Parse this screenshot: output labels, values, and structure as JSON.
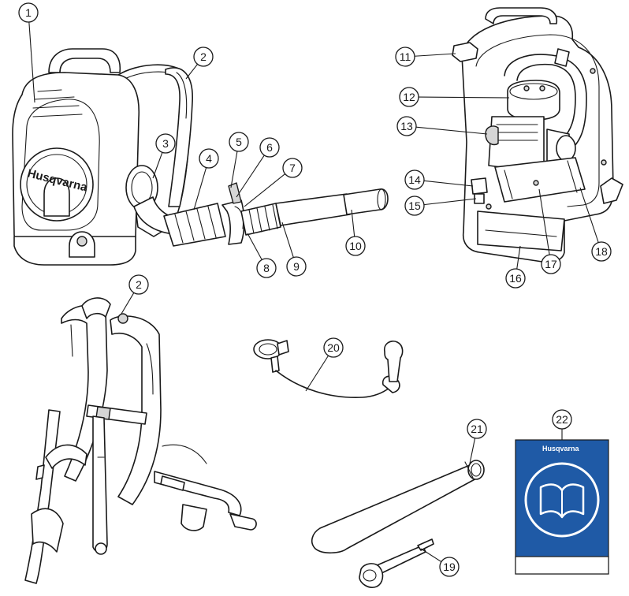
{
  "callouts": [
    {
      "id": "1",
      "label": "1"
    },
    {
      "id": "2",
      "label": "2"
    },
    {
      "id": "3",
      "label": "3"
    },
    {
      "id": "4",
      "label": "4"
    },
    {
      "id": "5",
      "label": "5"
    },
    {
      "id": "6",
      "label": "6"
    },
    {
      "id": "7",
      "label": "7"
    },
    {
      "id": "8",
      "label": "8"
    },
    {
      "id": "9",
      "label": "9"
    },
    {
      "id": "10",
      "label": "10"
    },
    {
      "id": "11",
      "label": "11"
    },
    {
      "id": "12",
      "label": "12"
    },
    {
      "id": "13",
      "label": "13"
    },
    {
      "id": "14",
      "label": "14"
    },
    {
      "id": "15",
      "label": "15"
    },
    {
      "id": "16",
      "label": "16"
    },
    {
      "id": "17",
      "label": "17"
    },
    {
      "id": "18",
      "label": "18"
    },
    {
      "id": "2b",
      "label": "2"
    },
    {
      "id": "20",
      "label": "20"
    },
    {
      "id": "21",
      "label": "21"
    },
    {
      "id": "22",
      "label": "22"
    },
    {
      "id": "19",
      "label": "19"
    }
  ],
  "brand": {
    "blower_logo": "Husqvarna",
    "manual_logo": "Husqvarna"
  },
  "colors": {
    "manual_cover": "#1f5aa6",
    "line": "#1a1a1a"
  }
}
